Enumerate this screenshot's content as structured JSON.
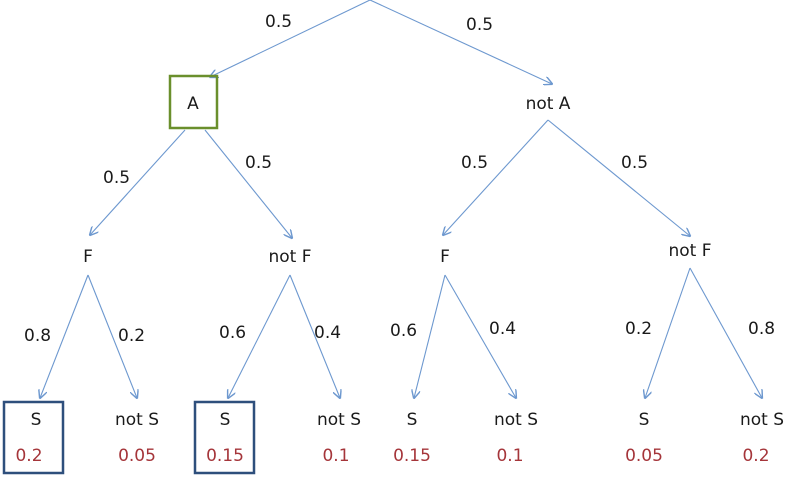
{
  "colors": {
    "edge": "#6d98cf",
    "text": "#1a1a1a",
    "leaf_probability": "#a5353a",
    "highlight_a": "#6a8f2c",
    "highlight_s": "#2e4f7c"
  },
  "root_branches": {
    "left": "0.5",
    "right": "0.5"
  },
  "level1": [
    {
      "label": "A",
      "highlighted": true,
      "branches": {
        "left": "0.5",
        "right": "0.5"
      }
    },
    {
      "label": "not A",
      "highlighted": false,
      "branches": {
        "left": "0.5",
        "right": "0.5"
      }
    }
  ],
  "level2": [
    {
      "label": "F",
      "branches": {
        "left": "0.8",
        "right": "0.2"
      }
    },
    {
      "label": "not F",
      "branches": {
        "left": "0.6",
        "right": "0.4"
      }
    },
    {
      "label": "F",
      "branches": {
        "left": "0.6",
        "right": "0.4"
      }
    },
    {
      "label": "not F",
      "branches": {
        "left": "0.2",
        "right": "0.8"
      }
    }
  ],
  "leaves": [
    {
      "label": "S",
      "probability": "0.2",
      "highlighted": true
    },
    {
      "label": "not S",
      "probability": "0.05",
      "highlighted": false
    },
    {
      "label": "S",
      "probability": "0.15",
      "highlighted": true
    },
    {
      "label": "not S",
      "probability": "0.1",
      "highlighted": false
    },
    {
      "label": "S",
      "probability": "0.15",
      "highlighted": false
    },
    {
      "label": "not S",
      "probability": "0.1",
      "highlighted": false
    },
    {
      "label": "S",
      "probability": "0.05",
      "highlighted": false
    },
    {
      "label": "not S",
      "probability": "0.2",
      "highlighted": false
    }
  ]
}
